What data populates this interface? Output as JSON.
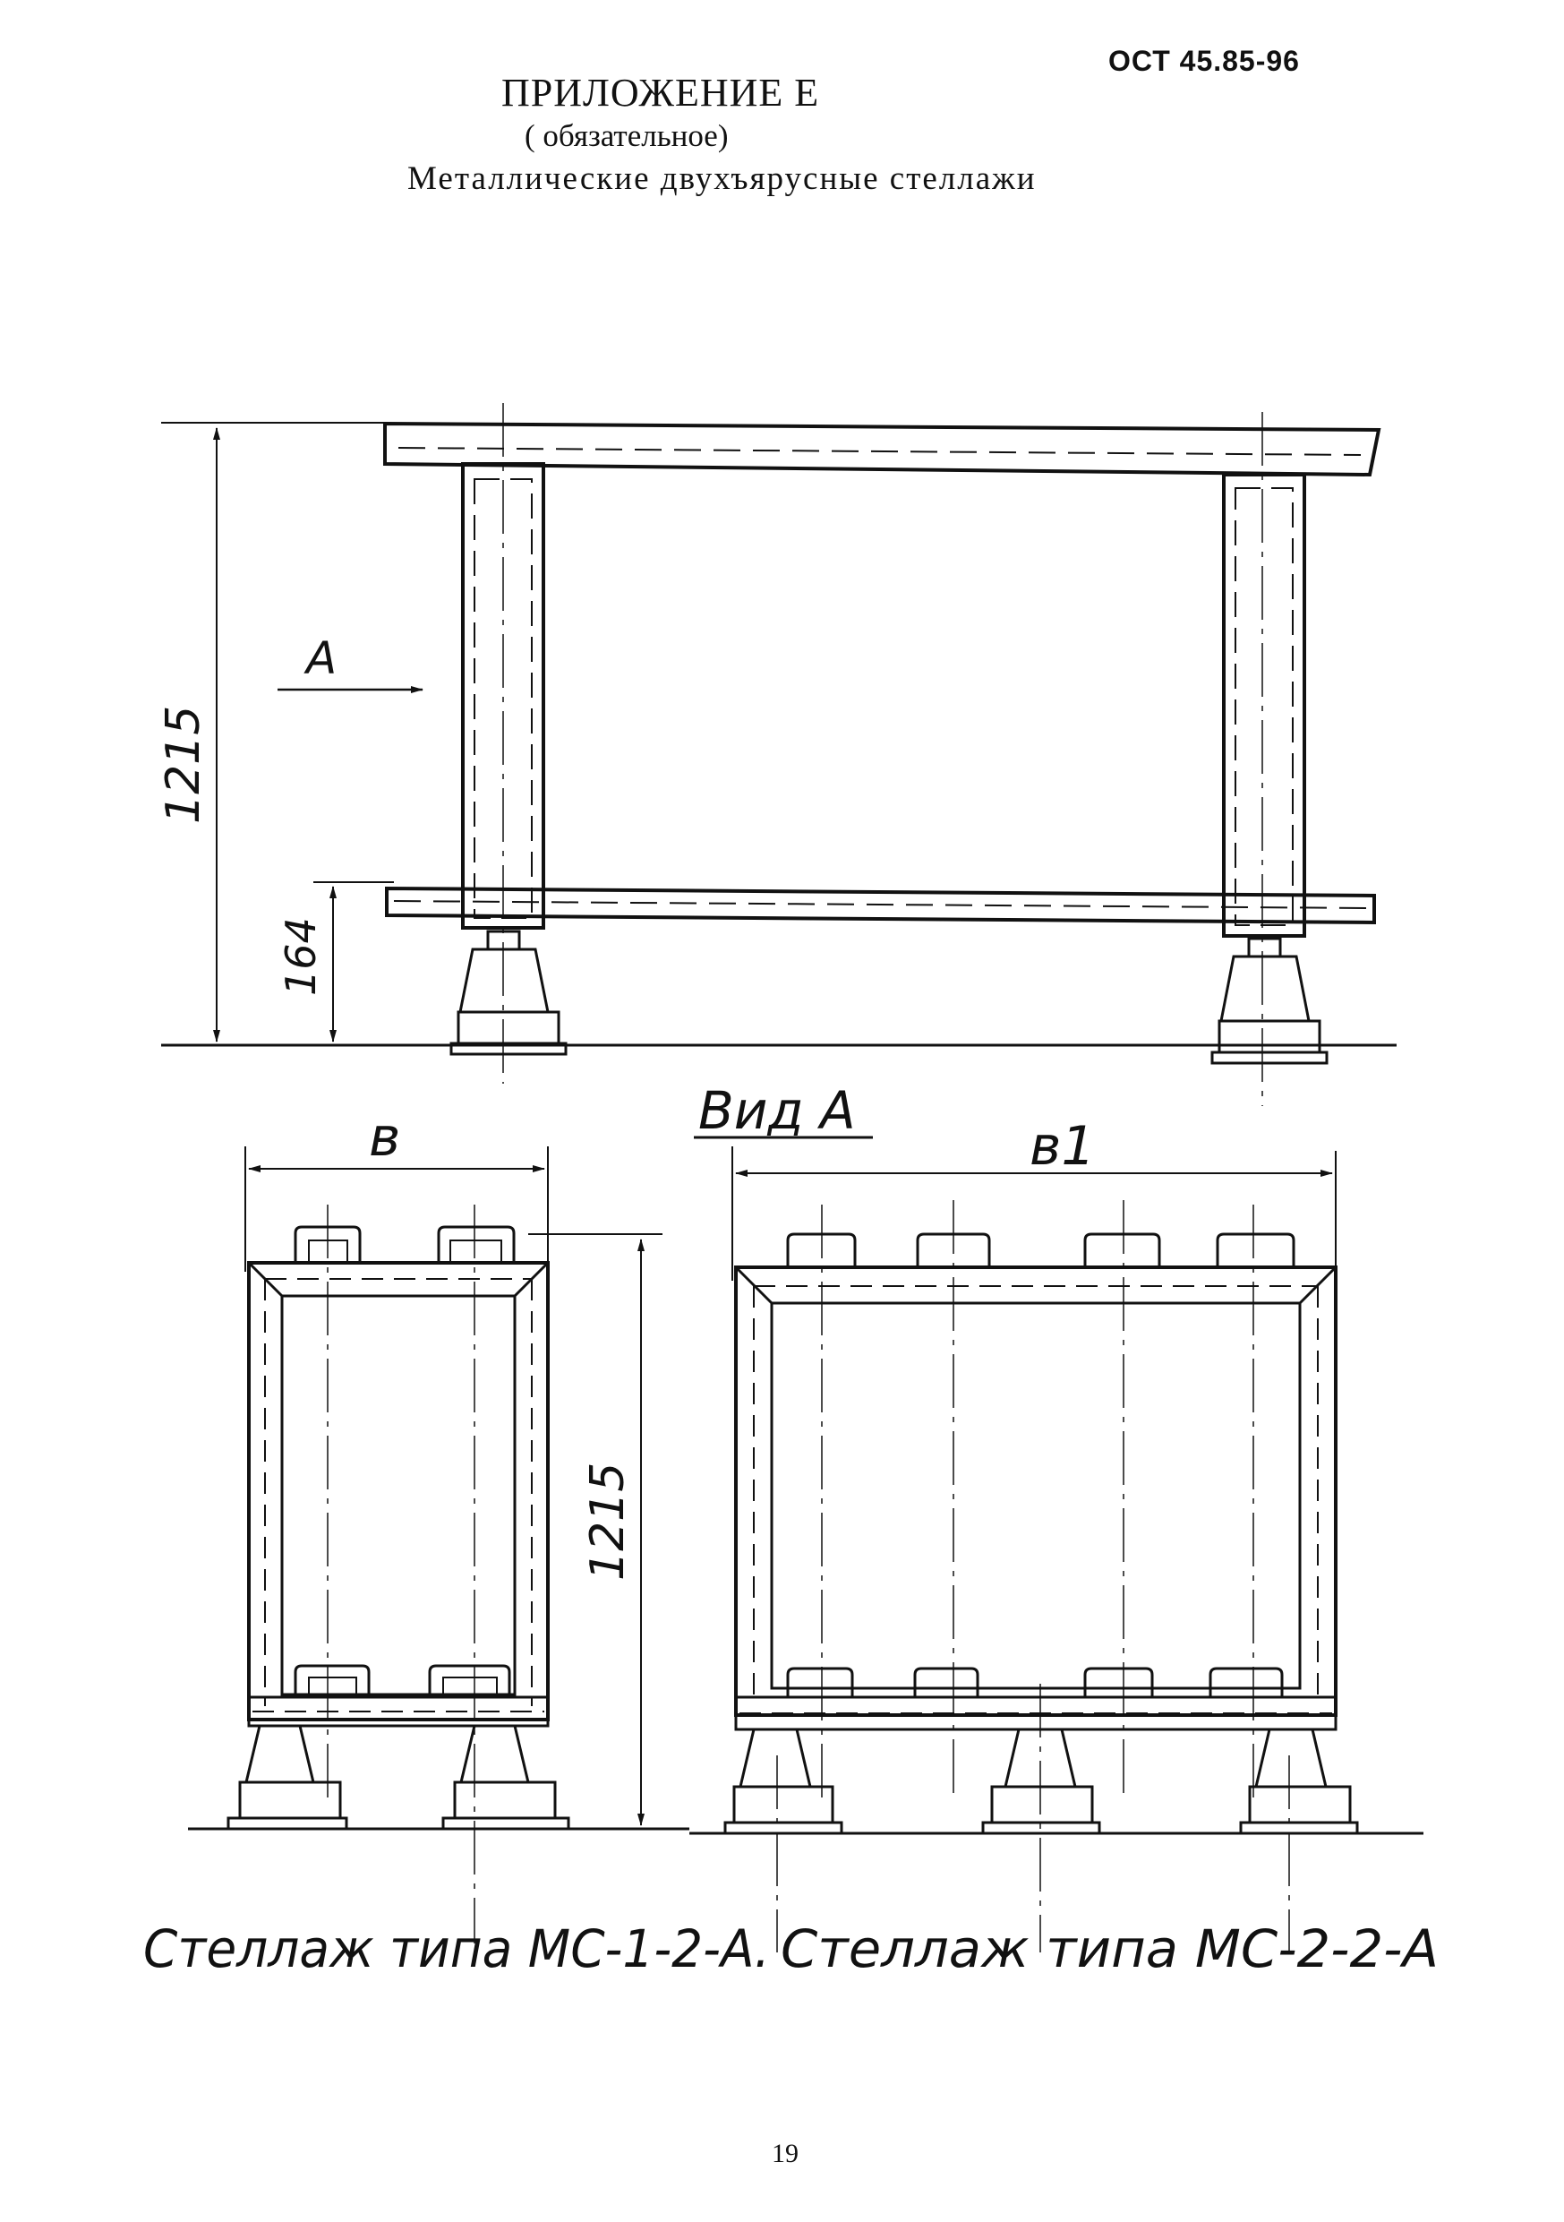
{
  "header": {
    "doc_code": "ОСТ 45.85-96",
    "title": "ПРИЛОЖЕНИЕ Е",
    "note": "( обязательное)",
    "subtitle": "Металлические двухъярусные стеллажи"
  },
  "drawing": {
    "view_arrow_label": "A",
    "dim_total_height": "1215",
    "dim_lower_height": "164",
    "view_title": "Вид A",
    "dim_width_b": "в",
    "dim_width_b1": "в1",
    "dim_front_height": "1215",
    "caption_left": "Стеллаж типа МС-1-2-А.",
    "caption_right": "Стеллаж типа МС-2-2-А"
  },
  "footer": {
    "page_number": "19"
  }
}
